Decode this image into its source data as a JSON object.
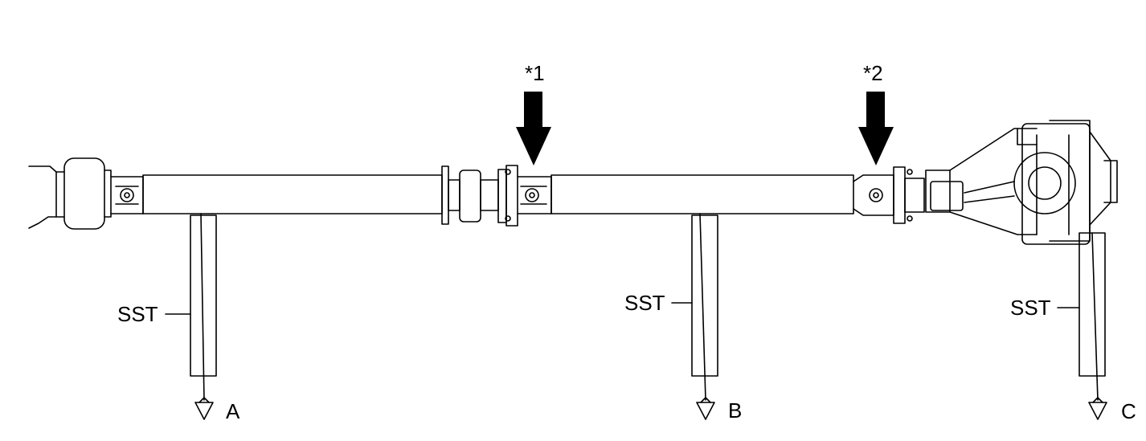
{
  "diagram": {
    "callouts": {
      "marker_1": "*1",
      "marker_2": "*2"
    },
    "tool_labels": {
      "sst_left": "SST",
      "sst_middle": "SST",
      "sst_right": "SST"
    },
    "plumb_points": {
      "point_a": "A",
      "point_b": "B",
      "point_c": "C"
    },
    "colors": {
      "ink": "#000000",
      "paper": "#ffffff"
    }
  }
}
